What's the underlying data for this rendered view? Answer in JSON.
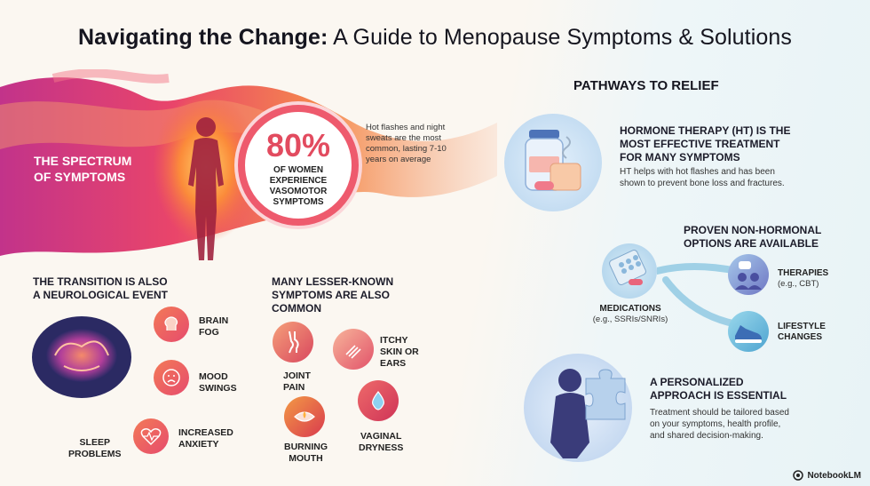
{
  "title": {
    "bold": "Navigating the Change:",
    "rest": " A Guide to Menopause Symptoms & Solutions"
  },
  "spectrum": {
    "label_line1": "THE SPECTRUM",
    "label_line2": "OF SYMPTOMS",
    "stat_value": "80%",
    "stat_line1": "OF WOMEN",
    "stat_line2": "EXPERIENCE",
    "stat_line3": "VASOMOTOR",
    "stat_line4": "SYMPTOMS",
    "note": "Hot flashes and night sweats are the most common, lasting 7-10 years on average"
  },
  "neuro": {
    "heading_line1": "THE TRANSITION IS ALSO",
    "heading_line2": "A NEUROLOGICAL EVENT",
    "items": [
      {
        "line1": "BRAIN",
        "line2": "FOG",
        "icon": "head-icon"
      },
      {
        "line1": "MOOD",
        "line2": "SWINGS",
        "icon": "sad-face-icon"
      },
      {
        "line1": "INCREASED",
        "line2": "ANXIETY",
        "icon": "heartbeat-icon"
      }
    ],
    "sleep_line1": "SLEEP",
    "sleep_line2": "PROBLEMS"
  },
  "lesser": {
    "heading_line1": "MANY LESSER-KNOWN",
    "heading_line2": "SYMPTOMS ARE ALSO",
    "heading_line3": "COMMON",
    "items": [
      {
        "line1": "JOINT",
        "line2": "PAIN",
        "icon": "knee-icon"
      },
      {
        "line1": "ITCHY",
        "line2": "SKIN OR",
        "line3": "EARS",
        "icon": "itch-icon"
      },
      {
        "line1": "BURNING",
        "line2": "MOUTH",
        "icon": "mouth-icon"
      },
      {
        "line1": "VAGINAL",
        "line2": "DRYNESS",
        "icon": "drop-icon"
      }
    ]
  },
  "relief": {
    "heading": "PATHWAYS TO RELIEF",
    "ht_line1": "HORMONE THERAPY (HT) IS THE",
    "ht_line2": "MOST EFFECTIVE TREATMENT",
    "ht_line3": "FOR MANY SYMPTOMS",
    "ht_body_line1": "HT helps with hot flashes and has been",
    "ht_body_line2": "shown to prevent bone loss and fractures.",
    "nonhormonal_line1": "PROVEN NON-HORMONAL",
    "nonhormonal_line2": "OPTIONS ARE AVAILABLE",
    "medications_label": "MEDICATIONS",
    "medications_sub": "(e.g., SSRIs/SNRIs)",
    "therapies_label": "THERAPIES",
    "therapies_sub": "(e.g., CBT)",
    "lifestyle_line1": "LIFESTYLE",
    "lifestyle_line2": "CHANGES",
    "personal_line1": "A PERSONALIZED",
    "personal_line2": "APPROACH IS ESSENTIAL",
    "personal_body_line1": "Treatment should be tailored based",
    "personal_body_line2": "on your symptoms, health profile,",
    "personal_body_line3": "and shared decision-making."
  },
  "brand": "NotebookLM"
}
